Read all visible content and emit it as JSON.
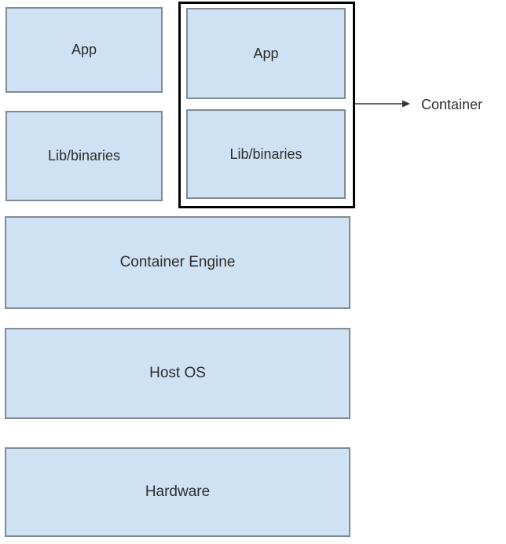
{
  "colors": {
    "box_fill": "#cfe2f3",
    "box_border": "#808b96",
    "container_outline": "#000000",
    "arrow": "#333333",
    "text": "#2d2d2d",
    "background": "#ffffff"
  },
  "left_stack": {
    "app_label": "App",
    "lib_label": "Lib/binaries"
  },
  "container_group": {
    "app_label": "App",
    "lib_label": "Lib/binaries",
    "callout_label": "Container"
  },
  "layers": [
    {
      "label": "Container Engine"
    },
    {
      "label": "Host OS"
    },
    {
      "label": "Hardware"
    }
  ]
}
